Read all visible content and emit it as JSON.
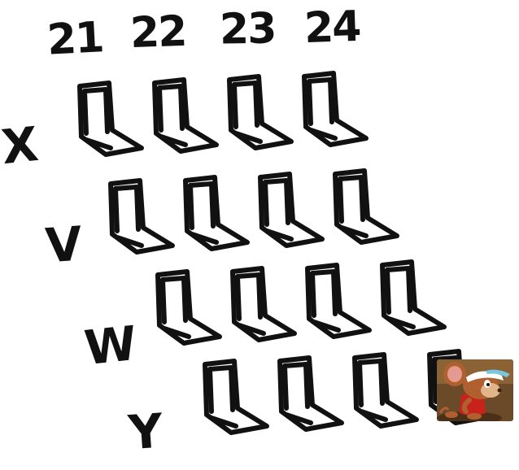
{
  "columns": [
    "21",
    "22",
    "23",
    "24"
  ],
  "rows": [
    "X",
    "V",
    "W",
    "Y"
  ],
  "seat_grid": {
    "rows": [
      {
        "row": "X",
        "seats": 4
      },
      {
        "row": "V",
        "seats": 4
      },
      {
        "row": "W",
        "seats": 4
      },
      {
        "row": "Y",
        "seats": 4
      }
    ]
  },
  "occupant": {
    "row": "Y",
    "column": "24",
    "character": "cartoon-mouse"
  },
  "colors": {
    "ink": "#111111",
    "background": "#ffffff",
    "mouse_fur": "#b0602e",
    "mouse_shirt": "#c8231a",
    "tile_bg": "#6b4a2a"
  }
}
